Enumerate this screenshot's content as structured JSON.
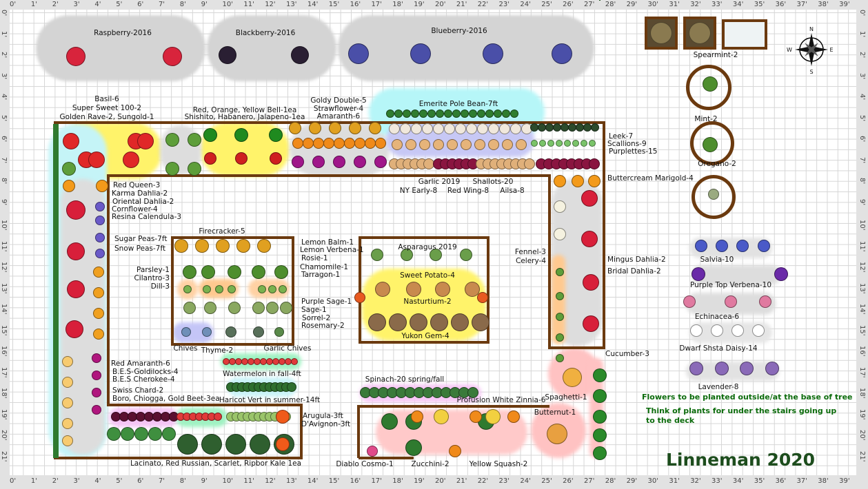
{
  "rulers": {
    "x_labels": [
      "0'",
      "1'",
      "2'",
      "3'",
      "4'",
      "5'",
      "6'",
      "7'",
      "8'",
      "9'",
      "10'",
      "11'",
      "12'",
      "13'",
      "14'",
      "15'",
      "16'",
      "17'",
      "18'",
      "19'",
      "20'",
      "21'",
      "22'",
      "23'",
      "24'",
      "25'",
      "26'",
      "27'",
      "28'",
      "29'",
      "30'",
      "31'",
      "32'",
      "33'",
      "34'",
      "35'",
      "36'",
      "37'",
      "38'",
      "39'"
    ],
    "y_labels": [
      "0'",
      "1'",
      "2'",
      "3'",
      "4'",
      "5'",
      "6'",
      "7'",
      "8'",
      "9'",
      "10'",
      "11'",
      "12'",
      "13'",
      "14'",
      "15'",
      "16'",
      "17'",
      "18'",
      "19'",
      "20'",
      "21'"
    ]
  },
  "title": "Linneman 2020",
  "berries": {
    "raspberry": "Raspberry-2016",
    "blackberry": "Blackberry-2016",
    "blueberry": "Blueberry-2016"
  },
  "labels": {
    "basil": "Basil-6",
    "super_sweet": "Super Sweet 100-2",
    "golden_rave": "Golden Rave-2, Sungold-1",
    "bell": "Red, Orange, Yellow Bell-1ea",
    "shishito": "Shishito, Habanero, Jalapeno-1ea",
    "goldy": "Goldy Double-5",
    "strawflower": "Strawflower-4",
    "amaranth": "Amaranth-6",
    "pole_bean": "Emerite Pole Bean-7ft",
    "leek": "Leek-7",
    "scallions": "Scallions-9",
    "purplettes": "Purplettes-15",
    "buttercream": "Buttercream Marigold-4",
    "garlic": "Garlic 2019",
    "shallots": "Shallots-20",
    "ny_early": "NY Early-8",
    "red_wing": "Red Wing-8",
    "ailsa": "Ailsa-8",
    "red_queen": "Red Queen-3",
    "karma": "Karma Dahlia-2",
    "oriental": "Oriental Dahlia-2",
    "cornflower": "Cornflower-4",
    "calendula": "Resina Calendula-3",
    "sugar_peas": "Sugar Peas-7ft",
    "snow_peas": "Snow Peas-7ft",
    "firecracker": "Firecracker-5",
    "lemon_balm": "Lemon Balm-1",
    "lemon_verbena": "Lemon Verbena-1",
    "rosie": "Rosie-1",
    "chamomile": "Chamomile-1",
    "tarragon": "Tarragon-1",
    "parsley": "Parsley-1",
    "cilantro": "Cilantro-3",
    "dill": "Dill-3",
    "purple_sage": "Purple Sage-1",
    "sage": "Sage-1",
    "sorrel": "Sorrel-2",
    "rosemary": "Rosemary-2",
    "chives": "Chives",
    "thyme": "Thyme-2",
    "garlic_chives": "Garlic Chives",
    "asparagus": "Asparagus 2019",
    "sweet_potato": "Sweet Potato-4",
    "nasturtium": "Nasturtium-2",
    "yukon": "Yukon Gem-4",
    "fennel": "Fennel-3",
    "celery": "Celery-4",
    "mingus": "Mingus Dahlia-2",
    "bridal": "Bridal Dahlia-2",
    "cucumber": "Cucumber-3",
    "salvia": "Salvia-10",
    "verbena": "Purple Top Verbena-10",
    "echinacea": "Echinacea-6",
    "shasta": "Dwarf Shsta Daisy-14",
    "lavender": "Lavender-8",
    "spearmint": "Spearmint-2",
    "mint": "Mint-2",
    "oregano": "Oregano-2",
    "red_amaranth": "Red Amaranth-6",
    "goldilocks": "B.E.S-Goldilocks-4",
    "cherokee": "B.E.S Cherokee-4",
    "swiss_chard": "Swiss Chard-2",
    "beets": "Boro, Chiogga, Gold Beet-3ea",
    "watermelon": "Watermelon in fall-4ft",
    "haricot": "Haricot Vert in summer-14ft",
    "spinach": "Spinach-20 spring/fall",
    "zinnia": "Profusion White Zinnia-6",
    "spaghetti": "Spaghetti-1",
    "butternut": "Butternut-1",
    "arugula": "Arugula-3ft",
    "davignon": "D'Avignon-3ft",
    "kale": "Lacinato, Red Russian, Scarlet, Ripbor Kale 1ea",
    "cosmo": "Diablo Cosmo-1",
    "zucchini": "Zucchini-2",
    "yellow_squash": "Yellow Squash-2"
  },
  "notes": {
    "flowers": "Flowers to be planted outside/at the base of tree",
    "stairs": "Think of plants for under the stairs going up to the deck"
  },
  "compass": {
    "n": "N",
    "s": "S",
    "e": "E",
    "w": "W"
  },
  "colors": {
    "bed_border": "#6b3a0f",
    "title": "#1d4d1d",
    "note": "#0b6b0b"
  }
}
